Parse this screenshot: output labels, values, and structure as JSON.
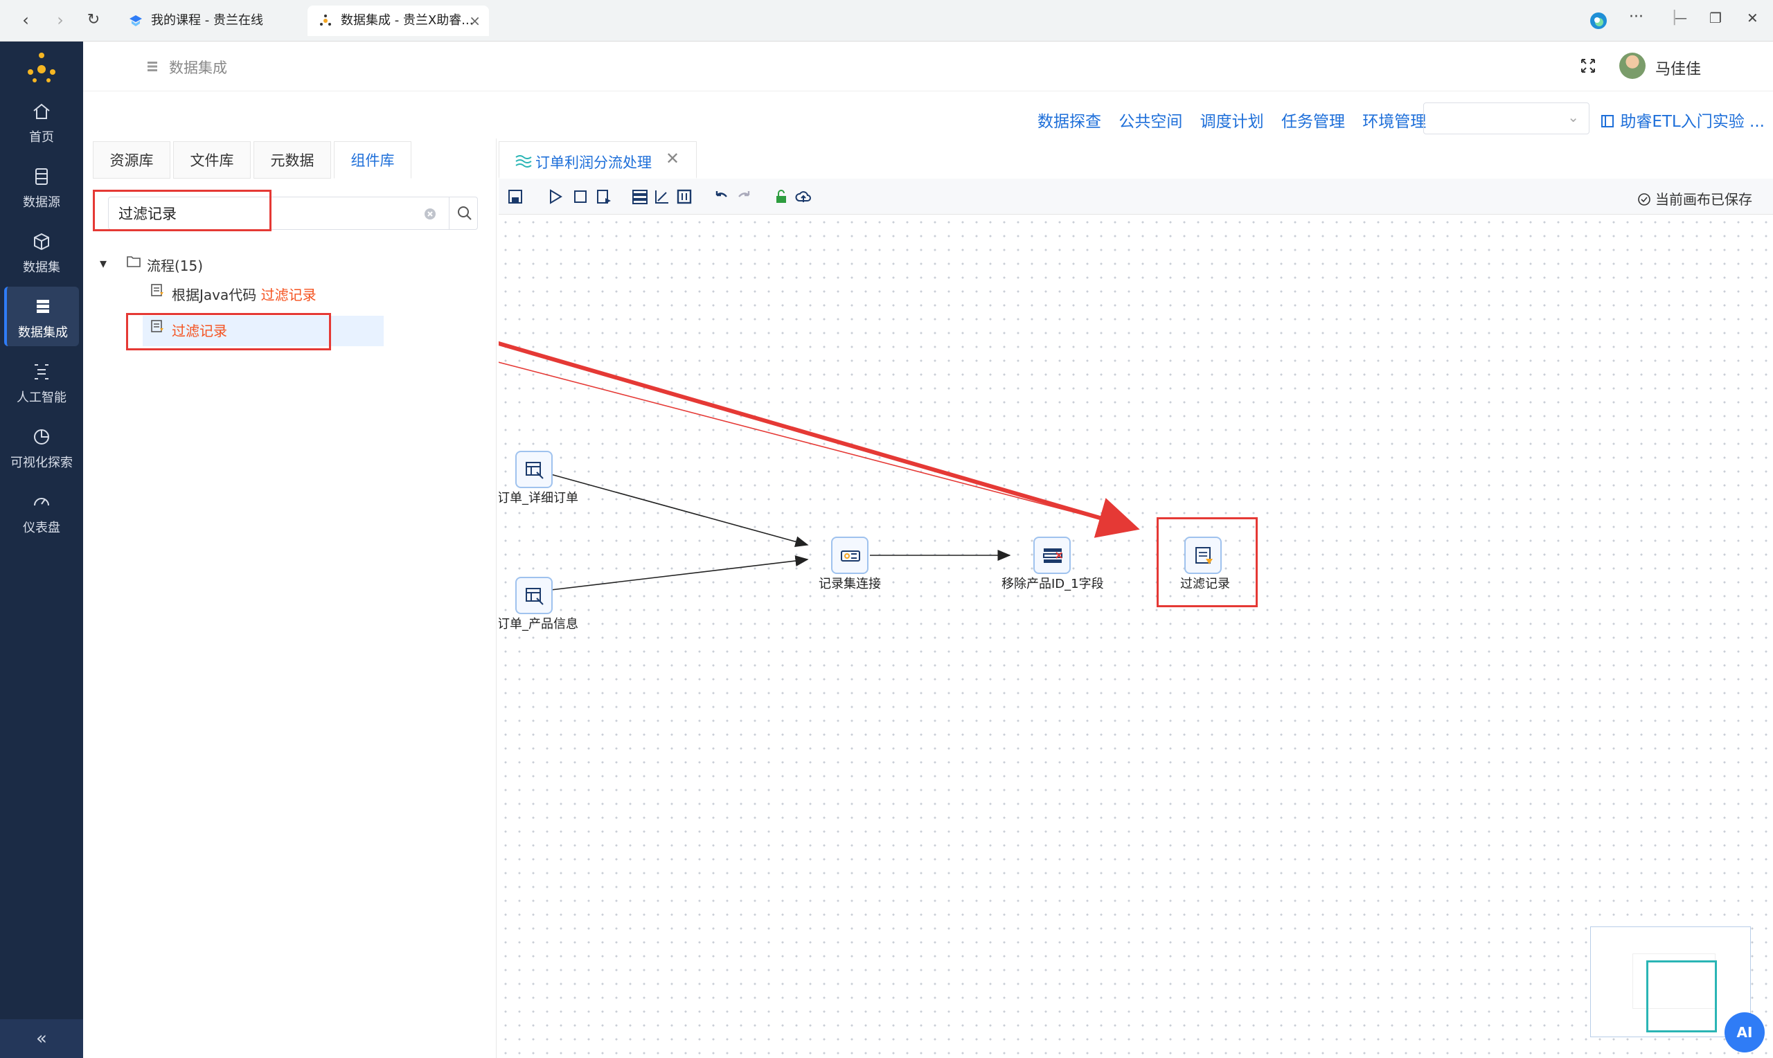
{
  "browser": {
    "tabs": [
      {
        "label": "我的课程 - 贵兰在线"
      },
      {
        "label": "数据集成 - 贵兰X助睿..."
      }
    ],
    "more": "···",
    "minimize": "—",
    "restore": "❐",
    "close": "✕"
  },
  "sidebar": {
    "items": [
      {
        "label": "首页"
      },
      {
        "label": "数据源"
      },
      {
        "label": "数据集"
      },
      {
        "label": "数据集成"
      },
      {
        "label": "人工智能"
      },
      {
        "label": "可视化探索"
      },
      {
        "label": "仪表盘"
      }
    ],
    "collapse": "«"
  },
  "header": {
    "breadcrumb": "数据集成",
    "user": "马佳佳"
  },
  "topmenu": {
    "items": [
      "数据探查",
      "公共空间",
      "调度计划",
      "任务管理",
      "环境管理"
    ],
    "lab": "助睿ETL入门实验 ..."
  },
  "leftpanel": {
    "tabs": [
      "资源库",
      "文件库",
      "元数据",
      "组件库"
    ],
    "search_value": "过滤记录",
    "tree": {
      "folder": "流程(15)",
      "item1_prefix": "根据Java代码 ",
      "item1_highlight": "过滤记录",
      "item2": "过滤记录"
    }
  },
  "canvas": {
    "tab_label": "订单利润分流处理",
    "tab_close": "✕",
    "saved_status": "当前画布已保存",
    "nodes": [
      {
        "label": "订单_详细订单"
      },
      {
        "label": "订单_产品信息"
      },
      {
        "label": "记录集连接"
      },
      {
        "label": "移除产品ID_1字段"
      },
      {
        "label": "过滤记录"
      }
    ],
    "ai_label": "AI"
  },
  "colors": {
    "accent": "#1e6fd9",
    "sidebar": "#1b2b45",
    "highlight": "#f5521f",
    "annotation": "#e53935"
  }
}
